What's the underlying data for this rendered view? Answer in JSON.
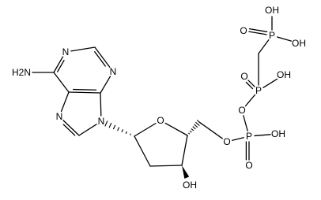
{
  "molecule": {
    "atoms": [
      {
        "id": "nh2",
        "label": "H2N"
      },
      {
        "id": "n_py_top",
        "label": "N"
      },
      {
        "id": "n_py_right",
        "label": "N"
      },
      {
        "id": "n_im_left",
        "label": "N"
      },
      {
        "id": "n9",
        "label": "N"
      },
      {
        "id": "o_ring",
        "label": "O"
      },
      {
        "id": "oh_3",
        "label": "OH"
      },
      {
        "id": "o5",
        "label": "O"
      },
      {
        "id": "p_alpha",
        "label": "P"
      },
      {
        "id": "p_alpha_oh",
        "label": "OH"
      },
      {
        "id": "p_alpha_eq_o",
        "label": "O"
      },
      {
        "id": "o_bridge",
        "label": "O"
      },
      {
        "id": "p_beta",
        "label": "P"
      },
      {
        "id": "p_beta_oh",
        "label": "OH"
      },
      {
        "id": "p_beta_eq_o",
        "label": "O"
      },
      {
        "id": "p_gamma",
        "label": "P"
      },
      {
        "id": "p_gamma_oh_top",
        "label": "OH"
      },
      {
        "id": "p_gamma_oh_right",
        "label": "OH"
      },
      {
        "id": "p_gamma_eq_o",
        "label": "O"
      }
    ]
  }
}
